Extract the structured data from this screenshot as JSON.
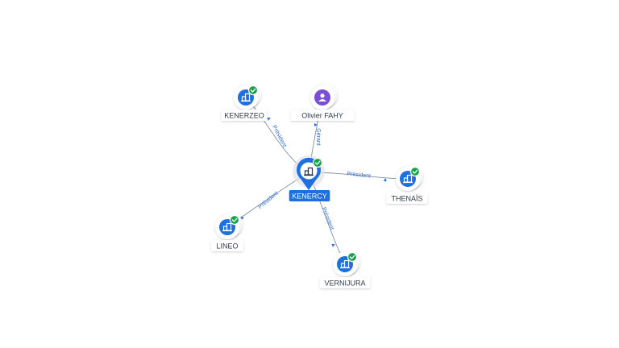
{
  "center": {
    "label": "KENERCY",
    "icon": "company-icon",
    "verified": true,
    "accent": "#1f6fe0"
  },
  "nodes": [
    {
      "id": "kenerzeo",
      "label": "KENERZEO",
      "type": "company",
      "verified": true,
      "edge_label": "Président"
    },
    {
      "id": "fahy",
      "label": "Olivier FAHY",
      "type": "person",
      "verified": false,
      "edge_label": "Gérant"
    },
    {
      "id": "thenais",
      "label": "THENAÏS",
      "type": "company",
      "verified": true,
      "edge_label": "Président"
    },
    {
      "id": "vernijura",
      "label": "VERNIJURA",
      "type": "company",
      "verified": true,
      "edge_label": "Président"
    },
    {
      "id": "lineo",
      "label": "LINEO",
      "type": "company",
      "verified": true,
      "edge_label": "Président"
    }
  ],
  "colors": {
    "company": "#1f6fe0",
    "person": "#7a4fd6",
    "verified": "#16a34a",
    "edge": "#7f8ea3",
    "edge_text": "#2f6fd6"
  }
}
